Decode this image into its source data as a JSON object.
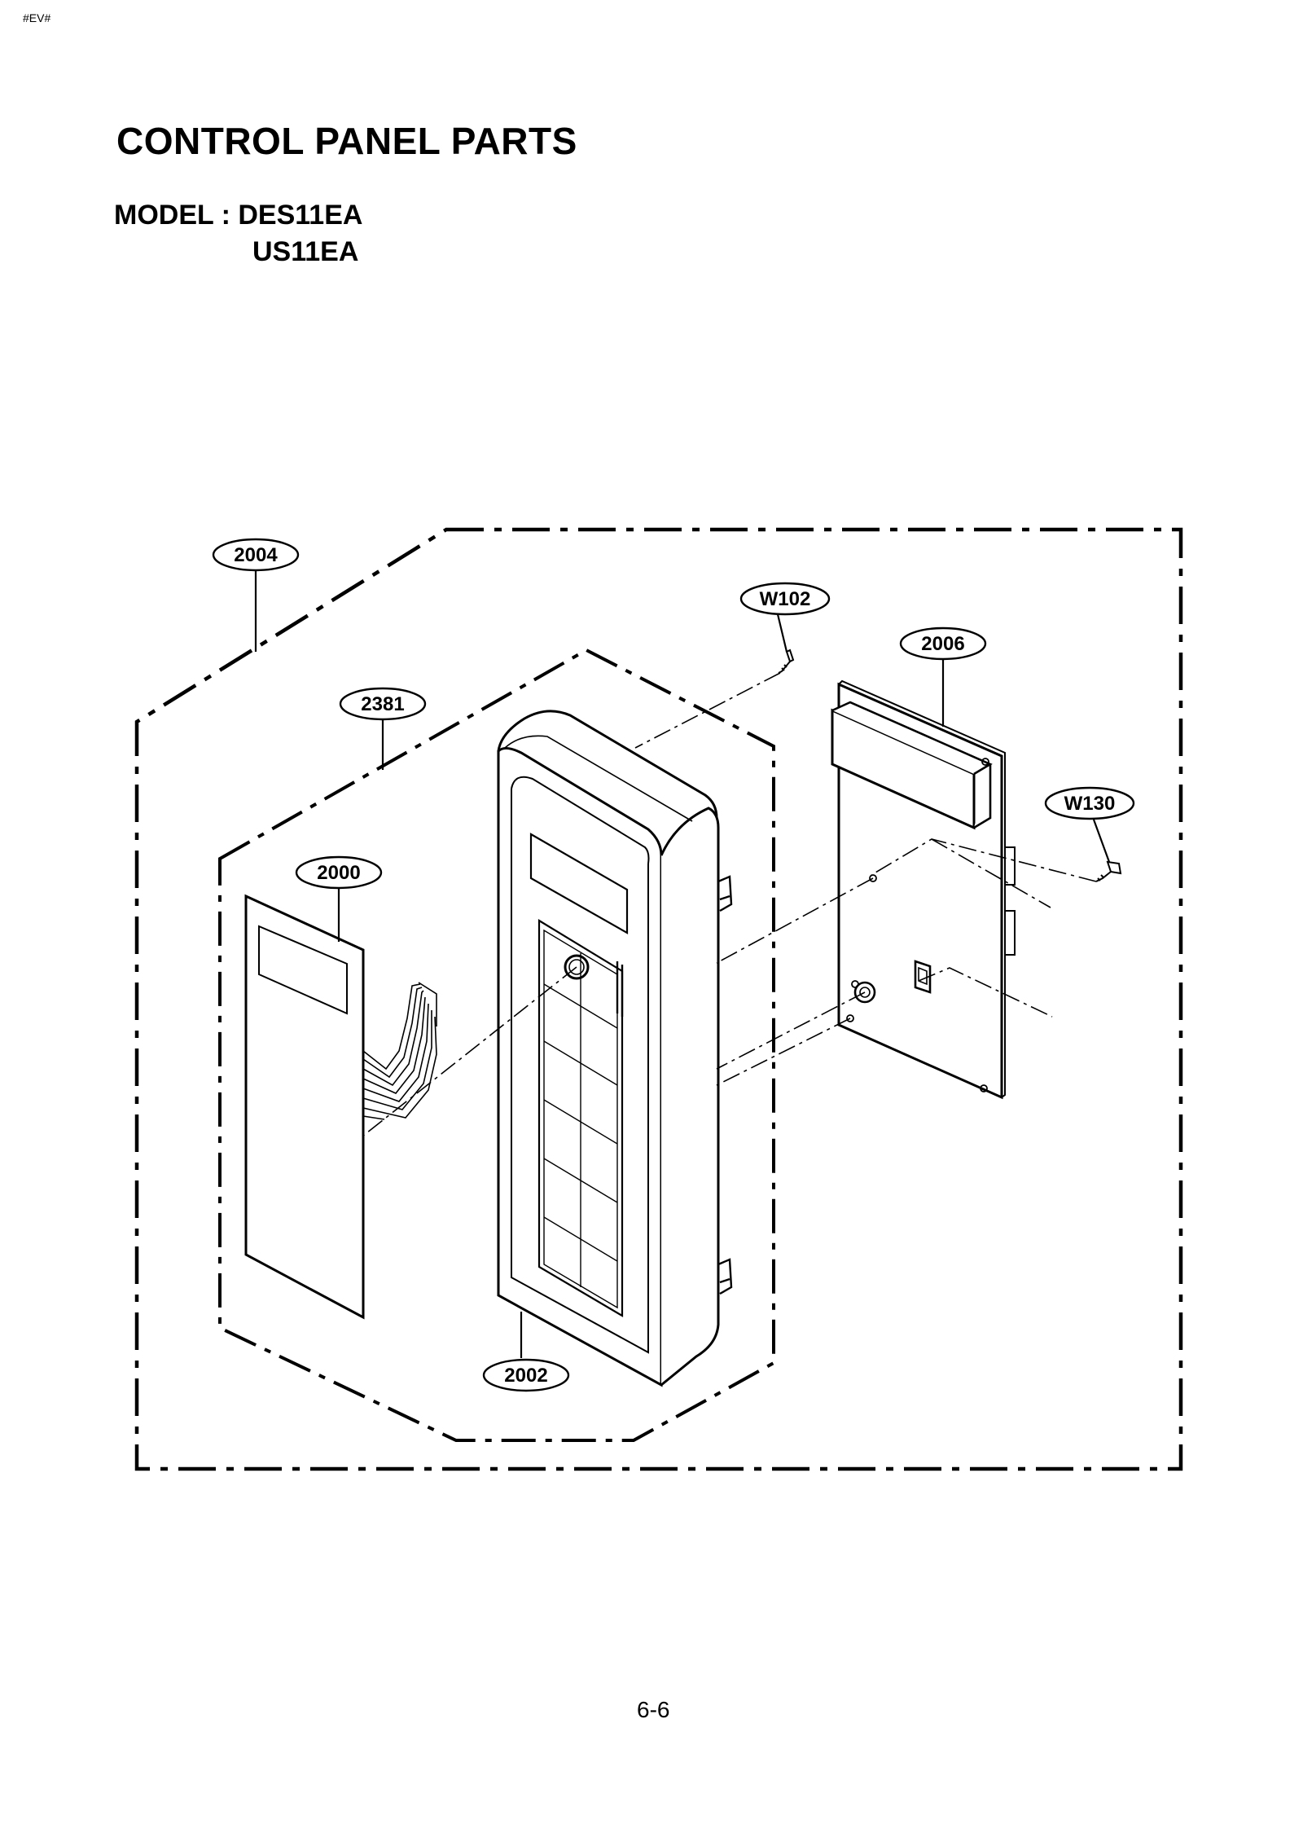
{
  "header": {
    "corner_mark": "#EV#",
    "title": "CONTROL PANEL PARTS",
    "model_line1": "MODEL : DES11EA",
    "model_line2": "US11EA"
  },
  "callouts": {
    "c2004": "2004",
    "c2381": "2381",
    "c2000": "2000",
    "cW102": "W102",
    "c2006": "2006",
    "cW130": "W130",
    "c2002": "2002"
  },
  "footer": {
    "page_number": "6-6"
  }
}
